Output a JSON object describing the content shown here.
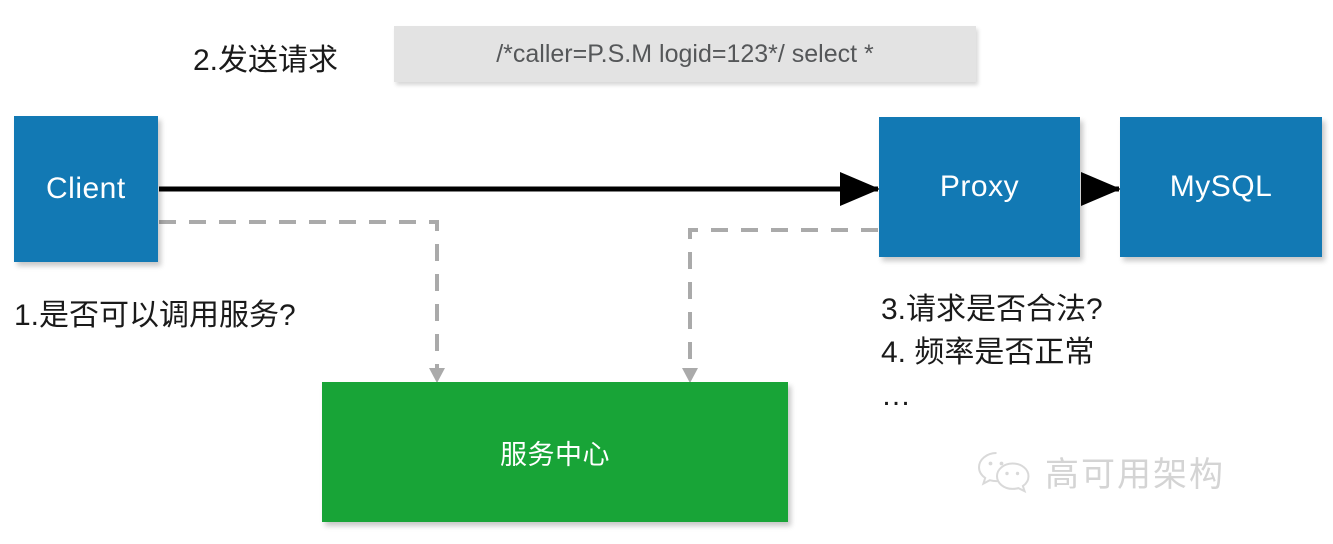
{
  "diagram": {
    "title": "Proxy request flow",
    "colors": {
      "node_blue": "#1279B4",
      "node_green": "#18A437",
      "chip_gray": "#E3E3E3",
      "dashed_gray": "#AAAAAA",
      "solid_black": "#000000",
      "watermark_gray": "#D2D2D2"
    },
    "nodes": {
      "client": "Client",
      "proxy": "Proxy",
      "mysql": "MySQL",
      "service_center": "服务中心"
    },
    "sql_chip": {
      "text": "/*caller=P.S.M logid=123*/ select *"
    },
    "labels": {
      "step2": "2.发送请求",
      "step1": "1.是否可以调用服务?"
    },
    "right_notes": [
      "3.请求是否合法?",
      "4. 频率是否正常",
      "…"
    ],
    "watermark": {
      "text": "高可用架构",
      "icon": "wechat-icon"
    }
  }
}
